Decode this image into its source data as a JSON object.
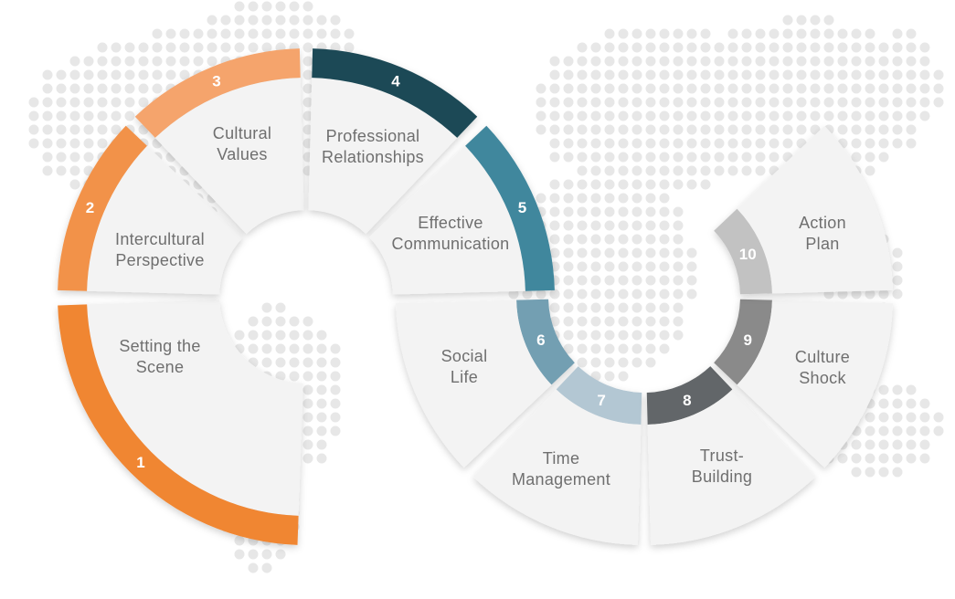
{
  "diagram": {
    "segments": [
      {
        "number": "1",
        "label": [
          "Setting the",
          "Scene"
        ],
        "color": "#f08633"
      },
      {
        "number": "2",
        "label": [
          "Intercultural",
          "Perspective"
        ],
        "color": "#f29249"
      },
      {
        "number": "3",
        "label": [
          "Cultural",
          "Values"
        ],
        "color": "#f5a46c"
      },
      {
        "number": "4",
        "label": [
          "Professional",
          "Relationships"
        ],
        "color": "#1d4a57"
      },
      {
        "number": "5",
        "label": [
          "Effective",
          "Communication"
        ],
        "color": "#3f879d"
      },
      {
        "number": "6",
        "label": [
          "Social",
          "Life"
        ],
        "color": "#739fb2"
      },
      {
        "number": "7",
        "label": [
          "Time",
          "Management"
        ],
        "color": "#b3c7d3"
      },
      {
        "number": "8",
        "label": [
          "Trust-",
          "Building"
        ],
        "color": "#626669"
      },
      {
        "number": "9",
        "label": [
          "Culture",
          "Shock"
        ],
        "color": "#8a8a8a"
      },
      {
        "number": "10",
        "label": [
          "Action",
          "Plan"
        ],
        "color": "#c2c2c2"
      }
    ],
    "colors": {
      "panel": "#f3f3f3",
      "text": "#6f6f6f",
      "number_text": "#ffffff",
      "map_dots": "#e7e7e7",
      "segment_7_edge": "#57b7e6"
    }
  }
}
